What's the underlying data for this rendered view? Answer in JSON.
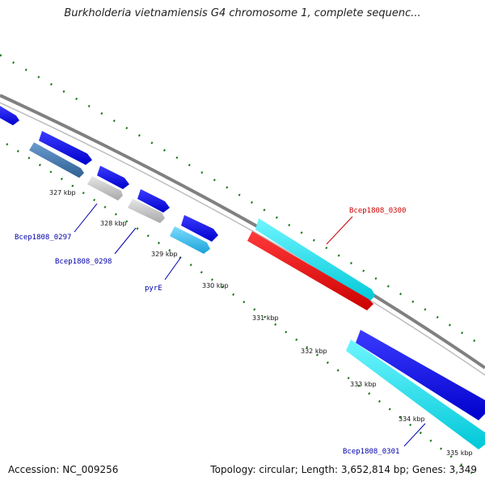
{
  "title": "Burkholderia vietnamiensis G4 chromosome 1, complete sequenc...",
  "footer": {
    "accession": "Accession: NC_009256",
    "stats": "Topology: circular; Length: 3,652,814 bp; Genes: 3,349"
  },
  "colors": {
    "backbone": "#808080",
    "tick": "#1a7a1a",
    "cds_forward": "#0000ee",
    "cds_reverse": "#ee0000",
    "rna": "#00e5ee",
    "pseudo": "#c8c8c8",
    "other": "#4a7fb5",
    "label_blue": "#0000aa",
    "label_red": "#cc0000"
  },
  "ticks": [
    {
      "label": "327 kbp"
    },
    {
      "label": "328 kbp"
    },
    {
      "label": "329 kbp"
    },
    {
      "label": "330 kbp"
    },
    {
      "label": "331 kbp"
    },
    {
      "label": "332 kbp"
    },
    {
      "label": "333 kbp"
    },
    {
      "label": "334 kbp"
    },
    {
      "label": "335 kbp"
    }
  ],
  "gene_labels": [
    {
      "text": "Bcep1808_0297",
      "color": "blue"
    },
    {
      "text": "Bcep1808_0298",
      "color": "blue"
    },
    {
      "text": "pyrE",
      "color": "blue"
    },
    {
      "text": "Bcep1808_0300",
      "color": "red"
    },
    {
      "text": "Bcep1808_0301",
      "color": "blue"
    }
  ]
}
